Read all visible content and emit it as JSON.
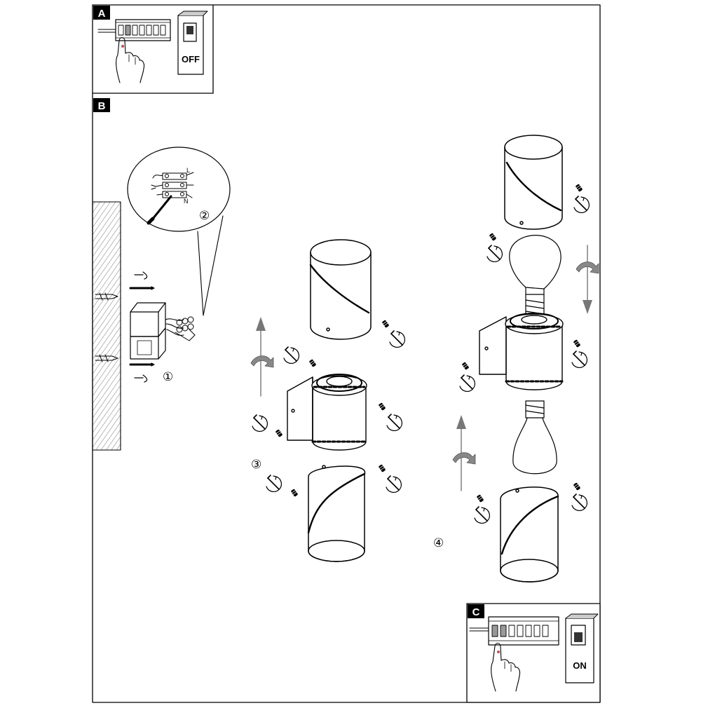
{
  "panels": {
    "a": {
      "letter": "A",
      "switch_state": "OFF"
    },
    "b": {
      "letter": "B"
    },
    "c": {
      "letter": "C",
      "switch_state": "ON"
    }
  },
  "steps": [
    "①",
    "②",
    "③",
    "④"
  ],
  "wiring": {
    "live": "L",
    "neutral": "N"
  }
}
